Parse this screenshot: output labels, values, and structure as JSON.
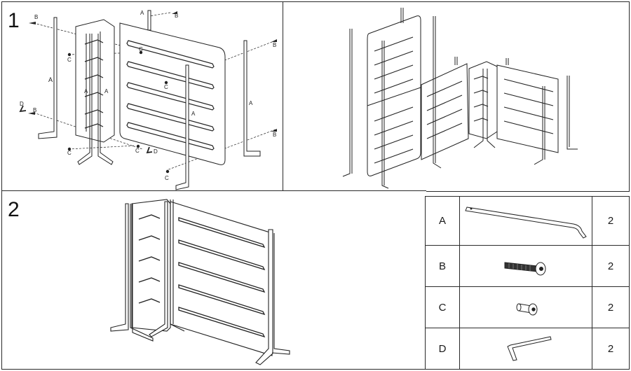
{
  "steps": [
    {
      "number": "1"
    },
    {
      "number": "2"
    }
  ],
  "callouts": {
    "A": "A",
    "B": "B",
    "C": "C",
    "D": "D"
  },
  "parts_table": {
    "rows": [
      {
        "key": "A",
        "icon": "leg-rod-icon",
        "qty": "2"
      },
      {
        "key": "B",
        "icon": "bolt-icon",
        "qty": "2"
      },
      {
        "key": "C",
        "icon": "barrel-nut-icon",
        "qty": "2"
      },
      {
        "key": "D",
        "icon": "allen-key-icon",
        "qty": "2"
      }
    ]
  }
}
